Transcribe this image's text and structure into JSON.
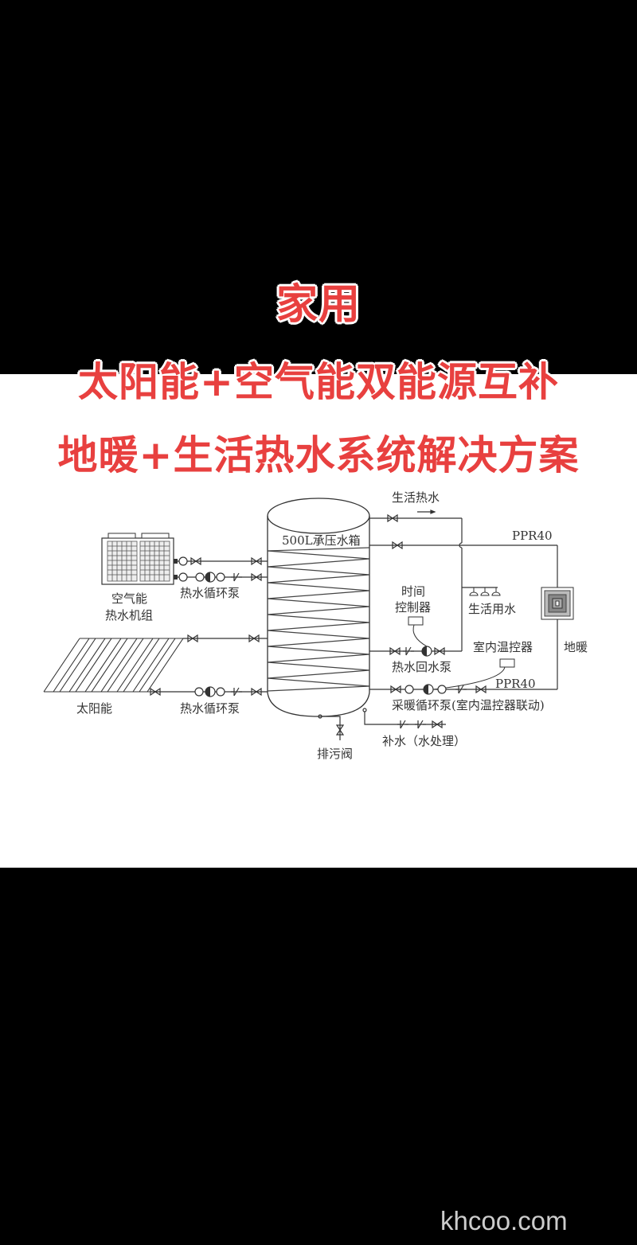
{
  "headline": {
    "line1": "家用",
    "line2": "太阳能+空气能双能源互补",
    "line3": "地暖+生活热水系统解决方案",
    "color": "#e8403f"
  },
  "diagram": {
    "tank_label": "500L承压水箱",
    "air_unit_label_1": "空气能",
    "air_unit_label_2": "热水机组",
    "air_pump_label": "热水循环泵",
    "solar_label": "太阳能",
    "solar_pump_label": "热水循环泵",
    "domestic_hot_water_label": "生活热水",
    "pipe_spec_top": "PPR40",
    "timer_label_1": "时间",
    "timer_label_2": "控制器",
    "domestic_use_label": "生活用水",
    "return_pump_label": "热水回水泵",
    "room_thermostat_label": "室内温控器",
    "floor_heating_label": "地暖",
    "pipe_spec_bottom": "PPR40",
    "heating_pump_label": "采暖循环泵(室内温控器联动)",
    "makeup_water_label": "补水（水处理）",
    "drain_valve_label": "排污阀"
  },
  "watermark": "khcoo.com"
}
